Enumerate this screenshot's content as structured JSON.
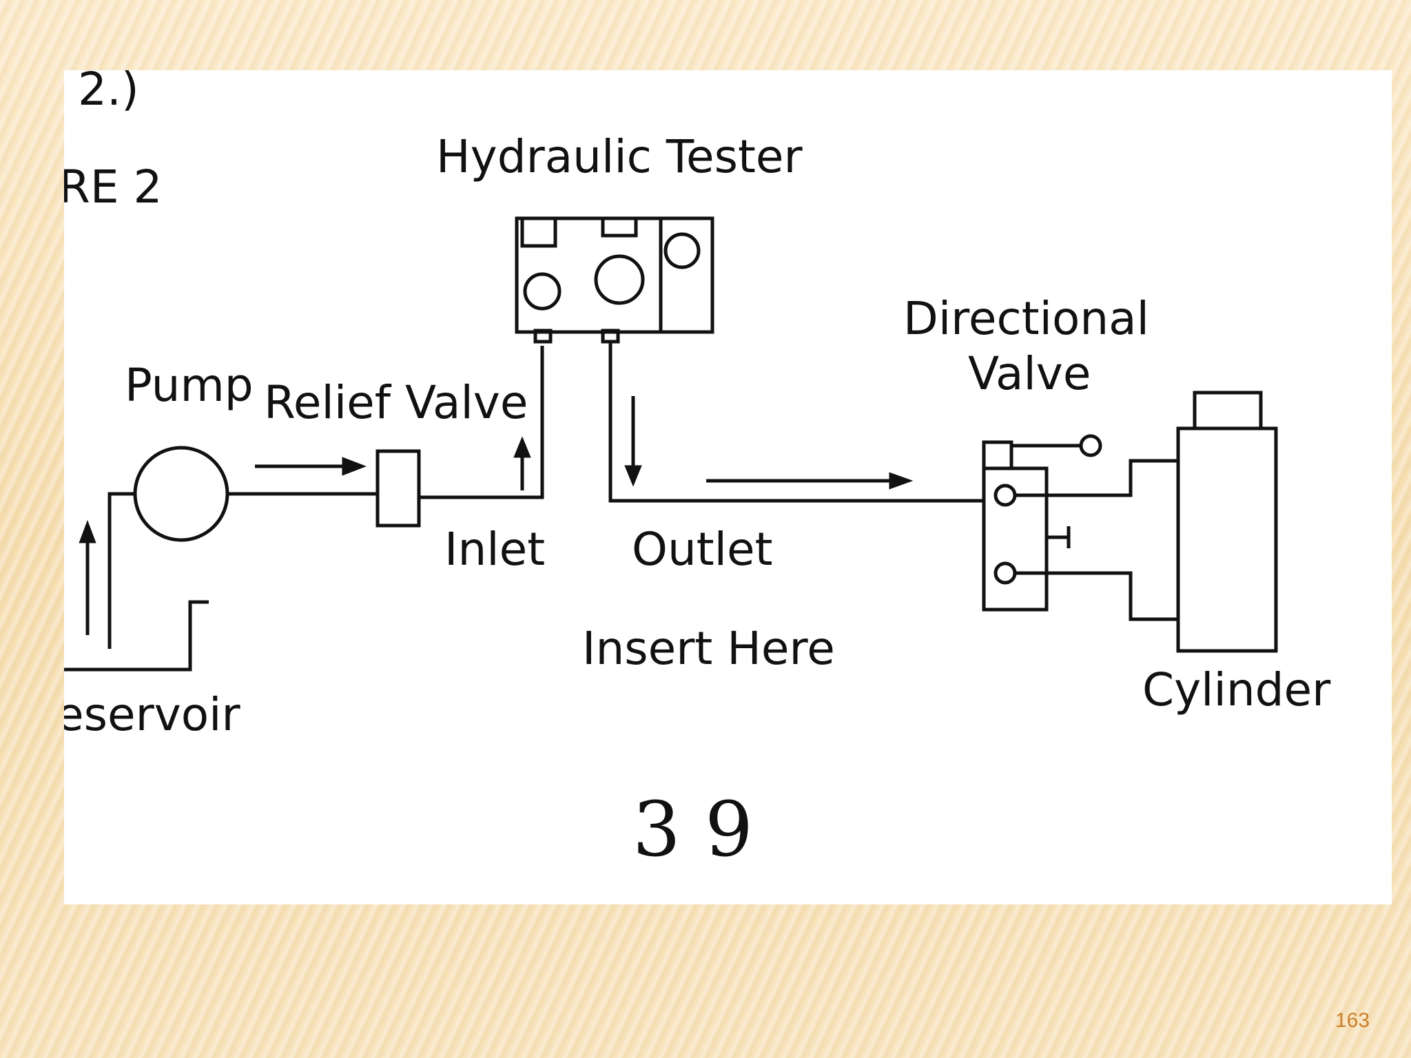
{
  "slide": {
    "page_number": "163"
  },
  "diagram": {
    "fragment_top": "2.)",
    "fragment_figure": "RE 2",
    "labels": {
      "hydraulic_tester": "Hydraulic Tester",
      "directional_valve_line1": "Directional",
      "directional_valve_line2": "Valve",
      "pump": "Pump",
      "relief_valve": "Relief Valve",
      "inlet": "Inlet",
      "outlet": "Outlet",
      "insert_here": "Insert Here",
      "reservoir": "eservoir",
      "cylinder": "Cylinder",
      "page_mark": "3 9"
    }
  }
}
